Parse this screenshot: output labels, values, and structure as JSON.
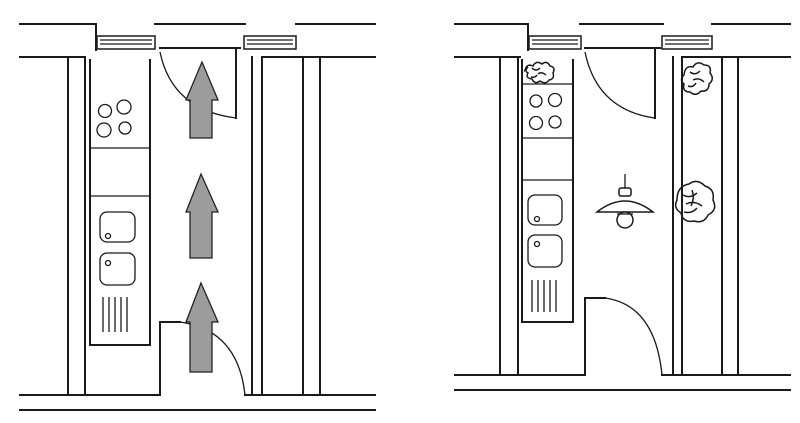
{
  "diagram": {
    "panels": [
      {
        "id": "plan-left",
        "circulation_arrows": 3,
        "doors": 2
      },
      {
        "id": "plan-right",
        "doors": 2,
        "plants": 3,
        "pendant_lamps": 1
      }
    ],
    "colors": {
      "line": "#1a1a1a",
      "arrow_fill": "#9c9c9c",
      "background": "#ffffff"
    }
  }
}
